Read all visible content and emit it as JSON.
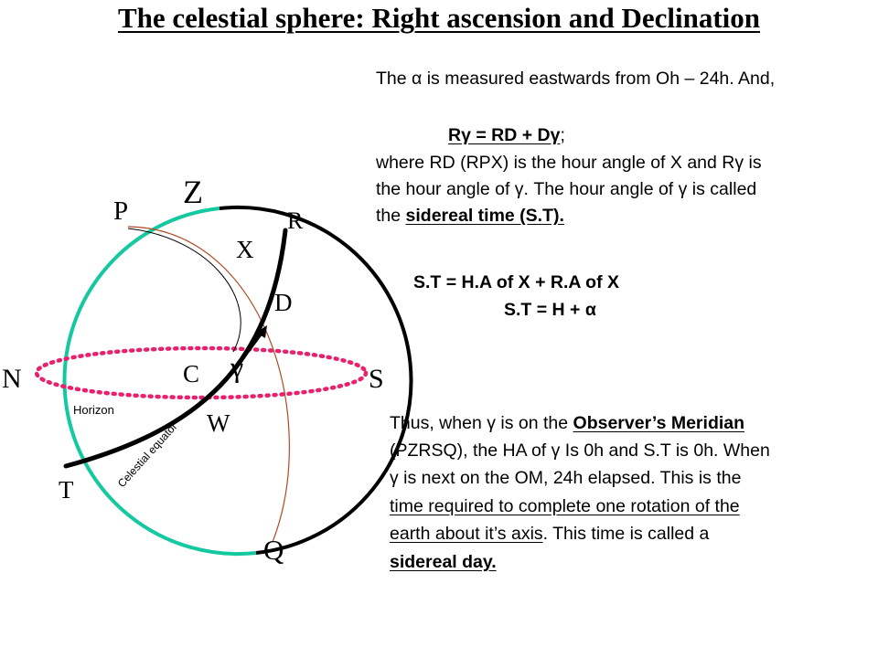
{
  "title": "The celestial sphere: Right ascension and Declination",
  "diagram": {
    "labels": {
      "Z": "Z",
      "P": "P",
      "R": "R",
      "X": "X",
      "D": "D",
      "N": "N",
      "S": "S",
      "C": "C",
      "gamma": "γ",
      "W": "W",
      "T": "T",
      "Q": "Q",
      "horizon": "Horizon",
      "celestial_equator": "Celestial equator"
    },
    "colors": {
      "horizon_circle": "#14c8a0",
      "meridian": "#000000",
      "dotted_ellipse": "#e8206e",
      "hour_circle_x": "#b04a22",
      "equator": "#000000"
    }
  },
  "para1": {
    "line1": "The α is measured eastwards from Oh – 24h. And,",
    "eq": "Rγ = RD + Dγ",
    "eq_tail": ";",
    "line3": "where RD (RPX) is the hour angle of X and Rγ is",
    "line4": "the hour angle of γ. The hour angle of γ is called",
    "line5_pre": "the ",
    "line5_bu": "sidereal time (S.T)."
  },
  "formulas": {
    "f1": "S.T = H.A of X + R.A of X",
    "f2": "S.T = H + α"
  },
  "para2": {
    "l1_pre": "Thus, when γ is on the ",
    "l1_bu": "Observer’s Meridian",
    "l2": "(PZRSQ), the HA of γ Is 0h and S.T is 0h. When",
    "l3": "γ is next on the OM, 24h elapsed. This is the",
    "l4_u": "time required to complete one rotation of the",
    "l5_u": "earth about it’s axis",
    "l5_post": ". This time is called a",
    "l6_bu": "sidereal day."
  }
}
